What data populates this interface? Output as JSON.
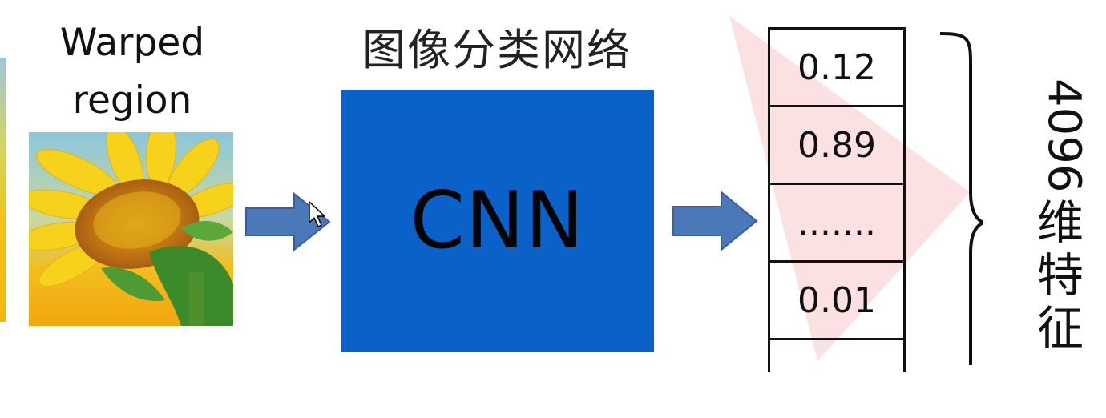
{
  "left_region": {
    "label_line1": "Warped",
    "label_line2": "region"
  },
  "cnn": {
    "title": "图像分类网络",
    "label": "CNN",
    "box_color": "#0a62c9"
  },
  "arrows": {
    "color": "#4a78b8",
    "icon": "right-arrow-icon"
  },
  "feature_vector": {
    "cells": [
      "0.12",
      "0.89",
      ".......",
      "0.01",
      ""
    ],
    "dimension_number": "4096",
    "dimension_text": [
      "维",
      "特",
      "征"
    ]
  },
  "colors": {
    "watermark_red": "#f6b9b9"
  }
}
